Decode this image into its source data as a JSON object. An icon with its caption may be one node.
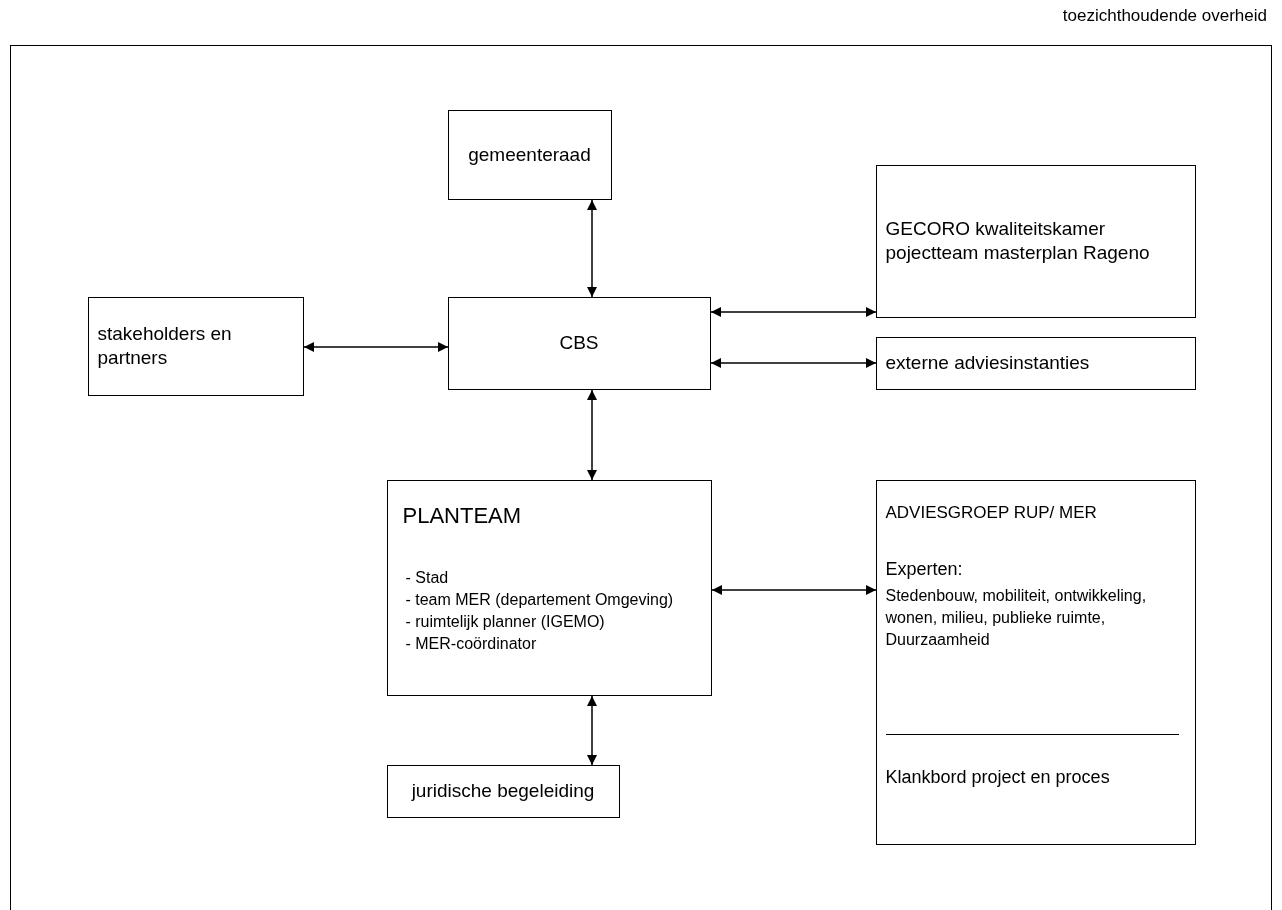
{
  "diagram": {
    "nodes": [
      {
        "text": [
          "toezichthoudende overheid"
        ]
      },
      {
        "text": [
          "gemeenteraad"
        ],
        "in": 0
      },
      {
        "text": [
          "GECORO kwaliteitskamer pojectteam masterplan Rageno"
        ],
        "in": 0
      },
      {
        "text": [
          "stakeholders en partners"
        ],
        "in": 0
      },
      {
        "text": [
          "CBS"
        ],
        "in": 0
      },
      {
        "text": [
          "externe adviesinstanties"
        ],
        "in": 0
      },
      {
        "text": [
          "PLANTEAM",
          "- Stad",
          "- team MER (departement Omgeving)",
          "- ruimtelijk planner (IGEMO)",
          "- MER-coördinator"
        ],
        "in": 0
      },
      {
        "text": [
          "ADVIESGROEP RUP/ MER",
          "Experten:",
          "Stedenbouw, mobiliteit, ontwikkeling, wonen, milieu, publieke ruimte, Duurzaamheid",
          "Klankbord project en proces"
        ],
        "in": 0
      },
      {
        "text": [
          "juridische begeleiding"
        ],
        "in": 0
      }
    ],
    "edges": [
      {
        "from": 1,
        "to": 4,
        "arrow": "both"
      },
      {
        "from": 3,
        "to": 4,
        "arrow": "both"
      },
      {
        "from": 4,
        "to": 2,
        "arrow": "both"
      },
      {
        "from": 4,
        "to": 5,
        "arrow": "both"
      },
      {
        "from": 4,
        "to": 6,
        "arrow": "both"
      },
      {
        "from": 6,
        "to": 7,
        "arrow": "both"
      },
      {
        "from": 6,
        "to": 8,
        "arrow": "both"
      }
    ]
  }
}
